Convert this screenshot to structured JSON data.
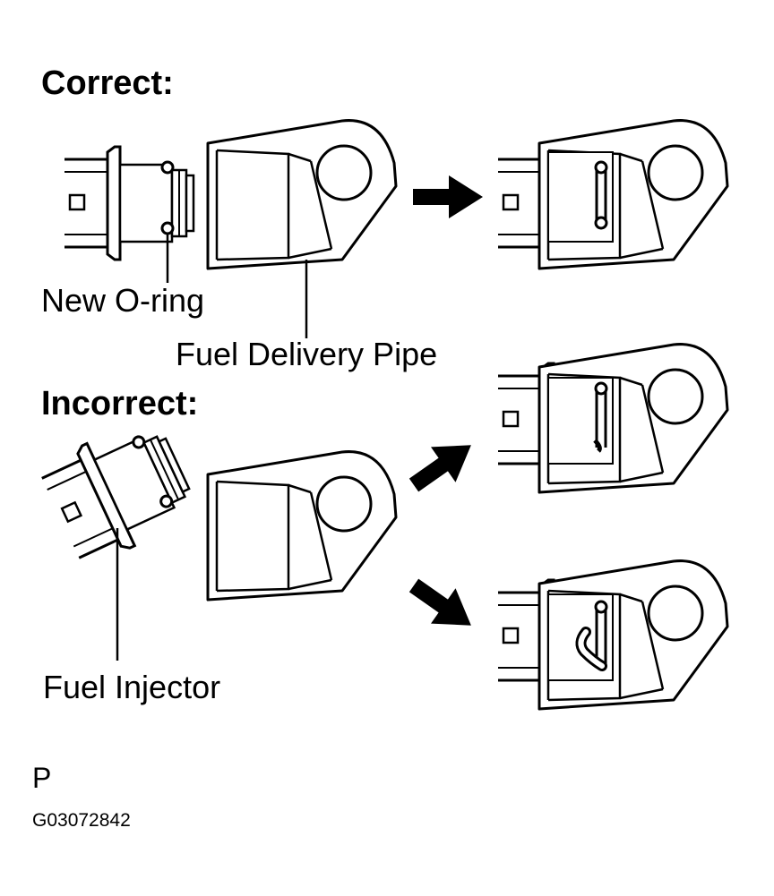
{
  "labels": {
    "correct": "Correct:",
    "incorrect": "Incorrect:",
    "new_o_ring": "New  O-ring",
    "fuel_delivery_pipe": "Fuel Delivery Pipe",
    "fuel_injector": "Fuel Injector",
    "page_letter": "P",
    "figure_code": "G03072842"
  },
  "colors": {
    "line": "#000000",
    "fill": "#ffffff"
  }
}
